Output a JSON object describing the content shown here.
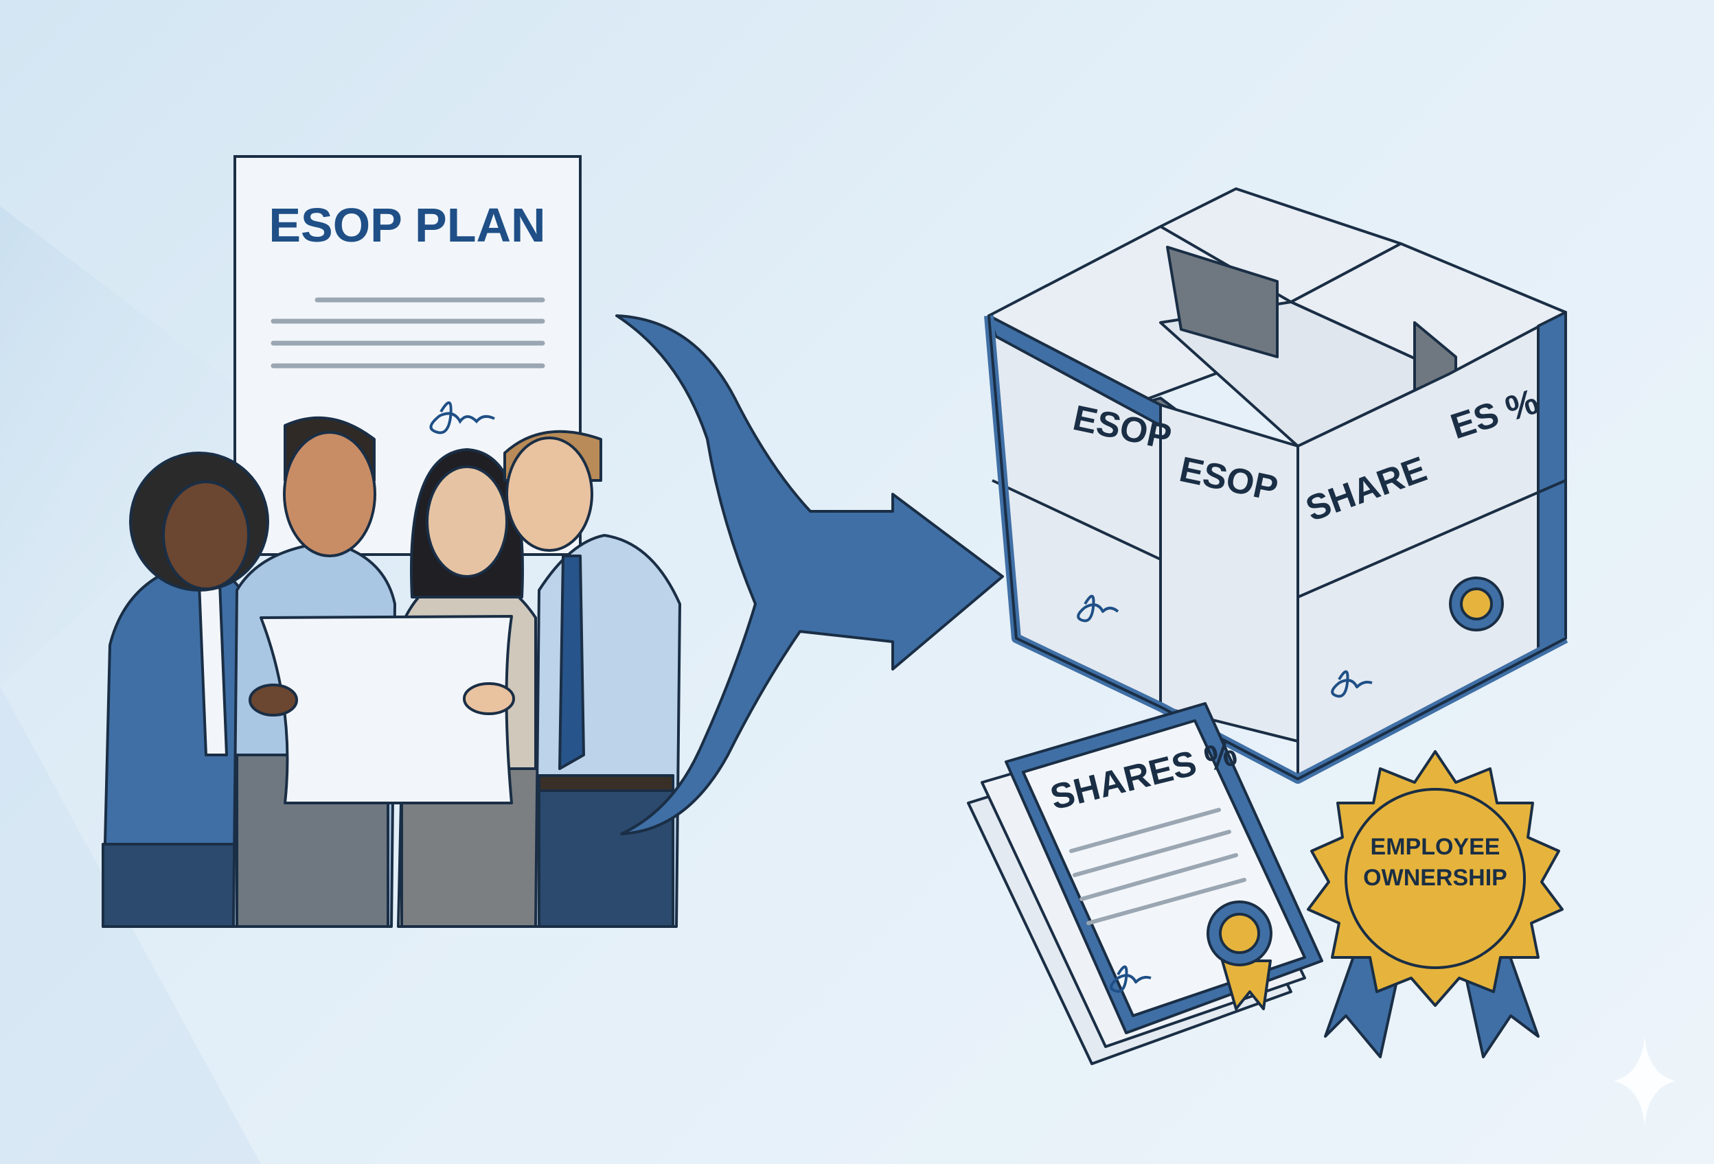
{
  "plan_document": {
    "title": "ESOP PLAN"
  },
  "cube": {
    "left_face_top": "ESOP",
    "front_face_top": "ESOP",
    "right_face_top_a": "SHARE",
    "right_face_top_b": "ES %"
  },
  "certificate": {
    "title": "SHARES %"
  },
  "badge": {
    "line1": "EMPLOYEE",
    "line2": "OWNERSHIP"
  },
  "colors": {
    "navy": "#1f4f86",
    "mid_blue": "#4a7db5",
    "outline": "#1a2e45",
    "paper": "#f2f6fa",
    "gold": "#e6b43c",
    "gray": "#6f7880"
  },
  "icons": [
    "signature-icon",
    "seal-icon",
    "sparkle-icon",
    "curved-arrow-icon"
  ]
}
